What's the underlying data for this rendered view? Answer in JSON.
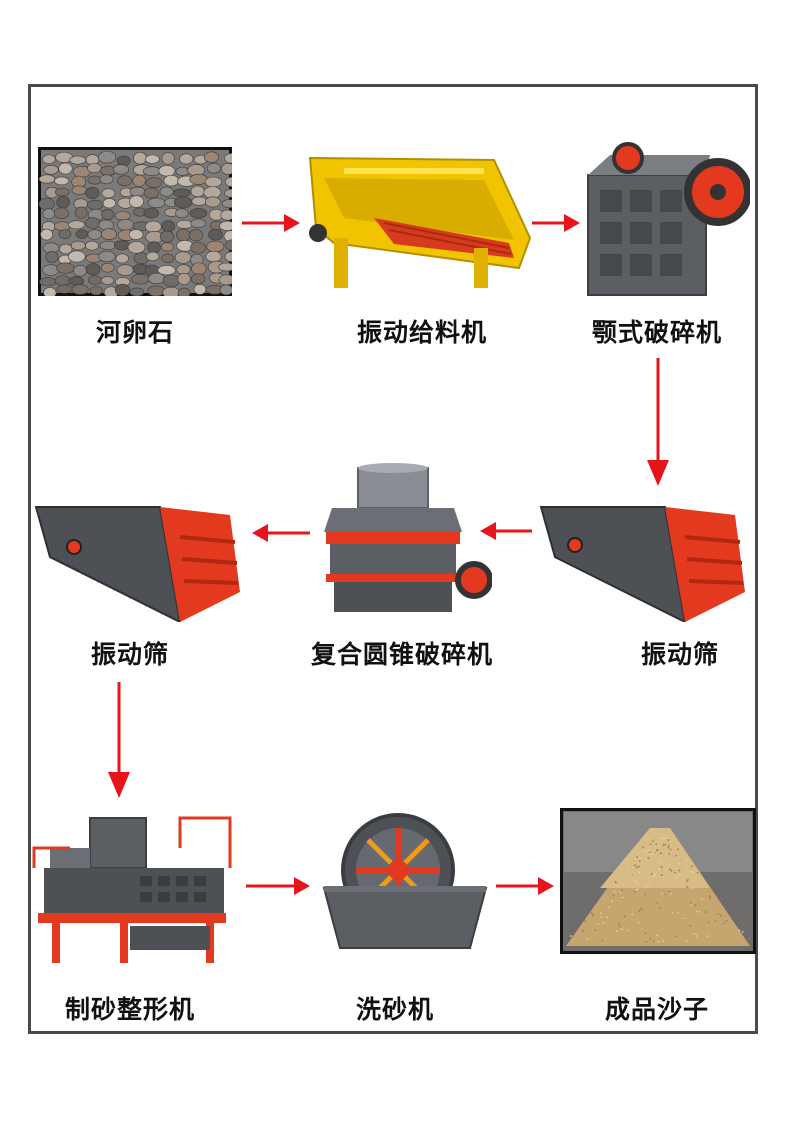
{
  "steps": [
    {
      "label": "河卵石",
      "icon": "pebble-stone-photo"
    },
    {
      "label": "振动给料机",
      "icon": "vibrating-feeder"
    },
    {
      "label": "颚式破碎机",
      "icon": "jaw-crusher"
    },
    {
      "label": "振动筛",
      "icon": "vibrating-screen"
    },
    {
      "label": "复合圆锥破碎机",
      "icon": "cone-crusher"
    },
    {
      "label": "振动筛",
      "icon": "vibrating-screen"
    },
    {
      "label": "制砂整形机",
      "icon": "sand-making-machine"
    },
    {
      "label": "洗砂机",
      "icon": "sand-washer"
    },
    {
      "label": "成品沙子",
      "icon": "finished-sand-photo"
    }
  ],
  "colors": {
    "arrow": "#e8141b",
    "machine_red": "#e2391f",
    "machine_grey": "#5b5e63",
    "feeder_yellow": "#f2c400",
    "frame": "#4a4a4a"
  }
}
